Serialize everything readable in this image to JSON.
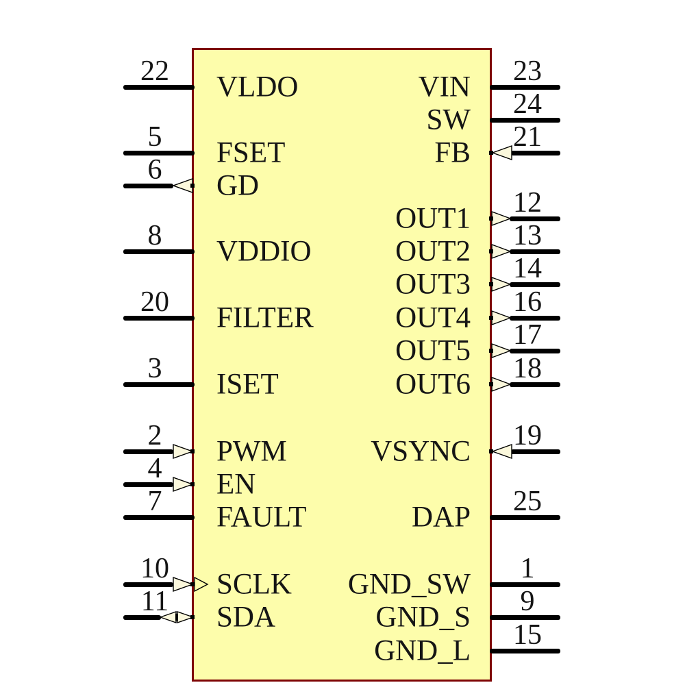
{
  "diagram": {
    "kind": "ic-schematic-symbol",
    "colors": {
      "body_fill": "#FDFDAB",
      "body_border": "#7E0505",
      "pin_line": "#000000",
      "arrow_fill": "#FBF8DC",
      "text": "#151515",
      "background": "#FFFFFF"
    }
  },
  "chip": {
    "left_pins": [
      {
        "number": "22",
        "name": "VLDO",
        "row": 0,
        "direction": "none"
      },
      {
        "number": "5",
        "name": "FSET",
        "row": 2,
        "direction": "none"
      },
      {
        "number": "6",
        "name": "GD",
        "row": 3,
        "direction": "output"
      },
      {
        "number": "8",
        "name": "VDDIO",
        "row": 5,
        "direction": "none"
      },
      {
        "number": "20",
        "name": "FILTER",
        "row": 7,
        "direction": "none"
      },
      {
        "number": "3",
        "name": "ISET",
        "row": 9,
        "direction": "none"
      },
      {
        "number": "2",
        "name": "PWM",
        "row": 11,
        "direction": "input"
      },
      {
        "number": "4",
        "name": "EN",
        "row": 12,
        "direction": "input"
      },
      {
        "number": "7",
        "name": "FAULT",
        "row": 13,
        "direction": "none"
      },
      {
        "number": "10",
        "name": "SCLK",
        "row": 15,
        "direction": "input-double"
      },
      {
        "number": "11",
        "name": "SDA",
        "row": 16,
        "direction": "bidirectional"
      }
    ],
    "right_pins": [
      {
        "number": "23",
        "name": "VIN",
        "row": 0,
        "direction": "none"
      },
      {
        "number": "24",
        "name": "SW",
        "row": 1,
        "direction": "none"
      },
      {
        "number": "21",
        "name": "FB",
        "row": 2,
        "direction": "input"
      },
      {
        "number": "12",
        "name": "OUT1",
        "row": 4,
        "direction": "output"
      },
      {
        "number": "13",
        "name": "OUT2",
        "row": 5,
        "direction": "output"
      },
      {
        "number": "14",
        "name": "OUT3",
        "row": 6,
        "direction": "output"
      },
      {
        "number": "16",
        "name": "OUT4",
        "row": 7,
        "direction": "output"
      },
      {
        "number": "17",
        "name": "OUT5",
        "row": 8,
        "direction": "output"
      },
      {
        "number": "18",
        "name": "OUT6",
        "row": 9,
        "direction": "output"
      },
      {
        "number": "19",
        "name": "VSYNC",
        "row": 11,
        "direction": "input"
      },
      {
        "number": "25",
        "name": "DAP",
        "row": 13,
        "direction": "none"
      },
      {
        "number": "1",
        "name": "GND_SW",
        "row": 15,
        "direction": "none"
      },
      {
        "number": "9",
        "name": "GND_S",
        "row": 16,
        "direction": "none"
      },
      {
        "number": "15",
        "name": "GND_L",
        "row": 17,
        "direction": "none"
      }
    ]
  }
}
